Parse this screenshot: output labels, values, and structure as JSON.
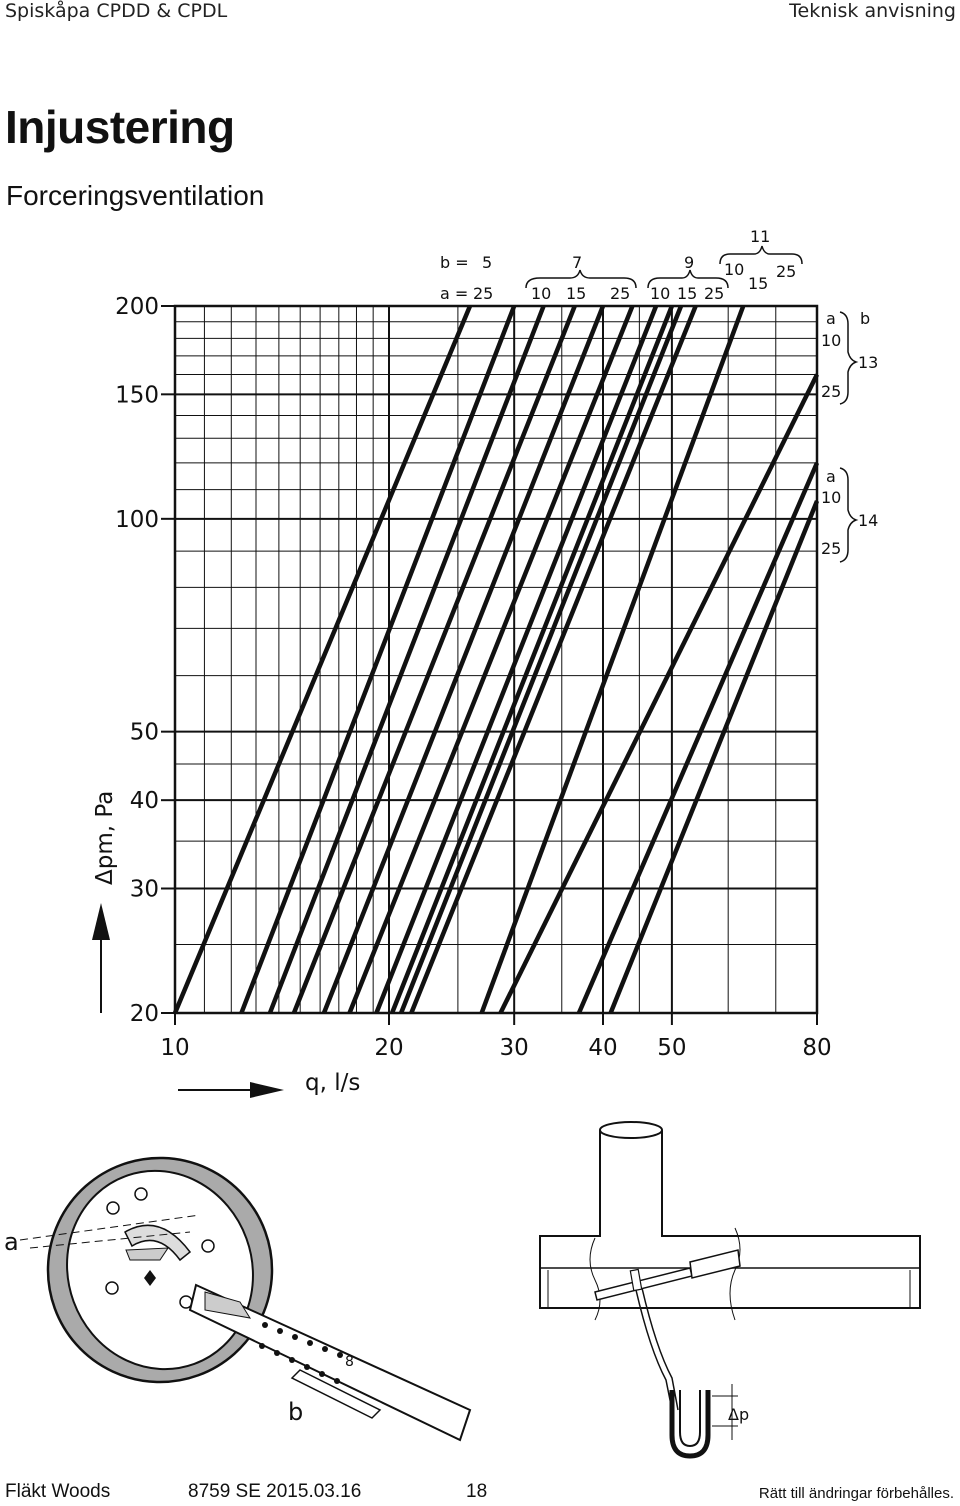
{
  "header": {
    "left": "Spiskåpa CPDD & CPDL",
    "right": "Teknisk anvisning"
  },
  "page_title": "Injustering",
  "subtitle": "Forceringsventilation",
  "chart_data": {
    "type": "line",
    "xlabel": "q, l/s",
    "ylabel": "Δpm, Pa",
    "x_scale": "log",
    "y_scale": "log",
    "xlim": [
      10,
      80
    ],
    "ylim": [
      20,
      200
    ],
    "x_ticks": [
      10,
      20,
      30,
      40,
      50,
      80
    ],
    "y_ticks": [
      20,
      30,
      40,
      50,
      100,
      150,
      200
    ],
    "header_labels": {
      "b_prefix": "b =",
      "a_prefix": "a =",
      "b_5": "5",
      "b_7": "7",
      "b_9": "9",
      "b_11": "11",
      "b_13": "13",
      "b_14": "14",
      "b_label": "b",
      "a_5_25": "25",
      "a_7": [
        "10",
        "15",
        "25"
      ],
      "a_9": [
        "10",
        "15",
        "25"
      ],
      "a_11": [
        "10",
        "15",
        "25"
      ],
      "a_13": [
        "a",
        "10",
        "25"
      ],
      "a_14": [
        "a",
        "10",
        "25"
      ]
    },
    "series": [
      {
        "b": 5,
        "a": 25,
        "points": [
          [
            10,
            20
          ],
          [
            26,
            200
          ]
        ]
      },
      {
        "b": 7,
        "a": 10,
        "points": [
          [
            12.4,
            20
          ],
          [
            30,
            200
          ]
        ]
      },
      {
        "b": 7,
        "a": 15,
        "points": [
          [
            13.6,
            20
          ],
          [
            33,
            200
          ]
        ]
      },
      {
        "b": 7,
        "a": 25,
        "points": [
          [
            14.7,
            20
          ],
          [
            36.5,
            200
          ]
        ]
      },
      {
        "b": 9,
        "a": 10,
        "points": [
          [
            16.2,
            20
          ],
          [
            40,
            200
          ]
        ]
      },
      {
        "b": 9,
        "a": 15,
        "points": [
          [
            17.6,
            20
          ],
          [
            44,
            200
          ]
        ]
      },
      {
        "b": 9,
        "a": 25,
        "points": [
          [
            19.2,
            20
          ],
          [
            47.5,
            200
          ]
        ]
      },
      {
        "b": 11,
        "a": 10,
        "points": [
          [
            20.2,
            20
          ],
          [
            50,
            200
          ]
        ]
      },
      {
        "b": 11,
        "a": 15,
        "points": [
          [
            20.8,
            20
          ],
          [
            51.5,
            200
          ]
        ]
      },
      {
        "b": 11,
        "a": 25,
        "points": [
          [
            21.5,
            20
          ],
          [
            54,
            200
          ]
        ]
      },
      {
        "b": 13,
        "a": 10,
        "points": [
          [
            27,
            20
          ],
          [
            63,
            200
          ]
        ]
      },
      {
        "b": 13,
        "a": 25,
        "points": [
          [
            28.7,
            20
          ],
          [
            80,
            160
          ]
        ]
      },
      {
        "b": 14,
        "a": 10,
        "points": [
          [
            37,
            20
          ],
          [
            80,
            120
          ]
        ]
      },
      {
        "b": 14,
        "a": 25,
        "points": [
          [
            41,
            20
          ],
          [
            80,
            106
          ]
        ]
      }
    ]
  },
  "illustration": {
    "label_a": "a",
    "label_b": "b",
    "scale_mark": "8",
    "dp_label": "Δp"
  },
  "footer": {
    "company": "Fläkt Woods",
    "doc": "8759  SE  2015.03.16",
    "page": "18",
    "note": "Rätt till ändringar förbehålles."
  }
}
